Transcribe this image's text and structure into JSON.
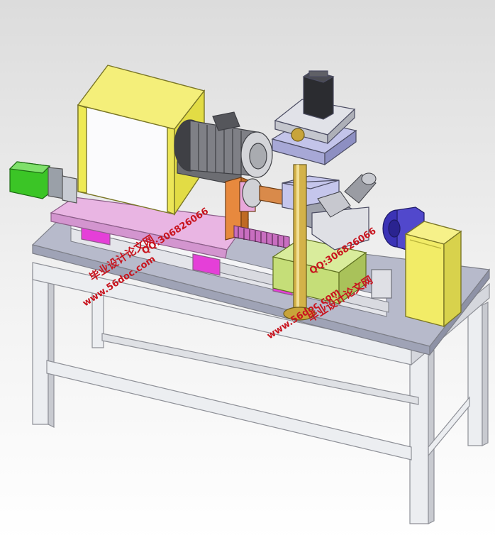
{
  "watermarks": [
    {
      "site": "www.56doc.com",
      "qq": "QQ:306826066",
      "title": "毕业设计论文网"
    },
    {
      "site": "www.56doc.com",
      "qq": "QQ:306826066",
      "title": "毕业设计论文网"
    }
  ],
  "colors": {
    "frame": "#e8e9ec",
    "frame_edge": "#9a9ca4",
    "tabletop": "#b9bccb",
    "slide_plate": "#e6b0e0",
    "magenta_block": "#e23ad8",
    "headstock": "#f3f064",
    "motor_grey": "#8d8e93",
    "green_motor": "#33c21f",
    "orange_bracket": "#e58a45",
    "lavender_block": "#c3c4ea",
    "green_block": "#cbe38a",
    "column": "#c8a43a",
    "blue_wheel": "#4f45c8",
    "cabinet": "#f1ec65",
    "watermark_red": "#c8141e"
  }
}
